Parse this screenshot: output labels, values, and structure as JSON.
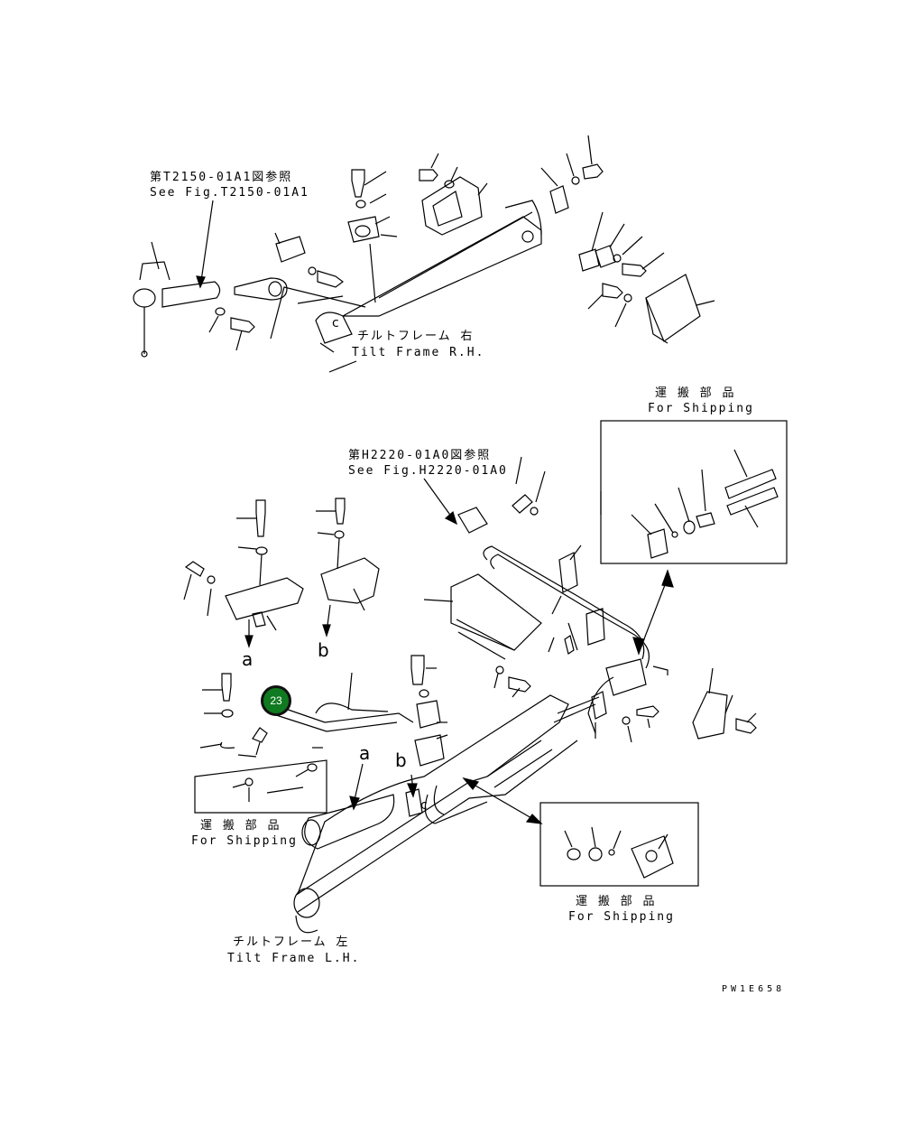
{
  "colors": {
    "ink": "#000000",
    "callout_fill": "#0f7a1f",
    "background": "#ffffff"
  },
  "references": {
    "top_jp": "第T2150-01A1図参照",
    "top_en": "See Fig.T2150-01A1",
    "mid_jp": "第H2220-01A0図参照",
    "mid_en": "See Fig.H2220-01A0"
  },
  "tilt_frames": {
    "rh_jp": "チルトフレーム 右",
    "rh_en": "Tilt Frame R.H.",
    "lh_jp": "チルトフレーム 左",
    "lh_en": "Tilt Frame L.H."
  },
  "shipping": {
    "jp": "運 搬 部 品",
    "en": "For Shipping"
  },
  "view_letters": [
    "a",
    "b",
    "a",
    "b",
    "c",
    "c"
  ],
  "callout": {
    "number": "23",
    "icon": "callout-circle"
  },
  "drawing_code": "PW1E658"
}
